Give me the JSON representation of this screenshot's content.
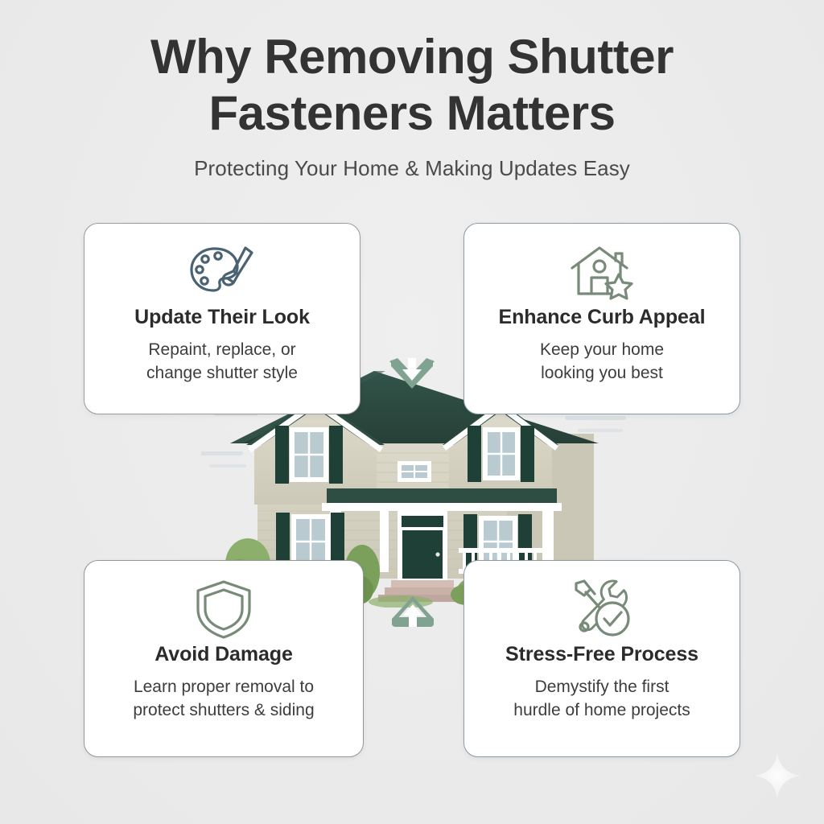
{
  "background_color": "#ececec",
  "header": {
    "title": "Why Removing Shutter Fasteners Matters",
    "title_line1": "Why Removing Shutter",
    "title_line2": "Fasteners Matters",
    "subtitle": "Protecting Your Home & Making Updates Easy"
  },
  "colors": {
    "title_text": "#333333",
    "subtitle_text": "#4a4a4a",
    "card_background": "#ffffff",
    "card_border": "#9a9a9a",
    "icon_blue_gray": "#4a6272",
    "icon_sage": "#788a78",
    "arrow_sage": "#7fa390",
    "roof_green": "#2d4a42",
    "siding_beige": "#d9d5c5",
    "trim_white": "#ffffff",
    "shutter_green": "#1f4037",
    "foliage_green": "#7ba05b"
  },
  "cards": [
    {
      "id": "update-their-look",
      "icon": "paint-palette-icon",
      "icon_color": "#4a6272",
      "title": "Update Their Look",
      "description": "Repaint, replace, or\nchange shutter style"
    },
    {
      "id": "enhance-curb-appeal",
      "icon": "house-star-icon",
      "icon_color": "#788a78",
      "title": "Enhance Curb Appeal",
      "description": "Keep your home\nlooking you best"
    },
    {
      "id": "avoid-damage",
      "icon": "shield-icon",
      "icon_color": "#788a78",
      "title": "Avoid Damage",
      "description": "Learn proper removal to\nprotect shutters & siding"
    },
    {
      "id": "stress-free-process",
      "icon": "wrench-screwdriver-check-icon",
      "icon_color": "#788a78",
      "title": "Stress-Free Process",
      "description": "Demystify the first\nhurdle of home projects"
    }
  ],
  "decorations": {
    "arrow_down": "chevron-down-arrow-icon",
    "arrow_up": "chevron-up-arrow-icon",
    "sparkle": "sparkle-star-icon",
    "center_illustration": "two-story-house-illustration"
  }
}
